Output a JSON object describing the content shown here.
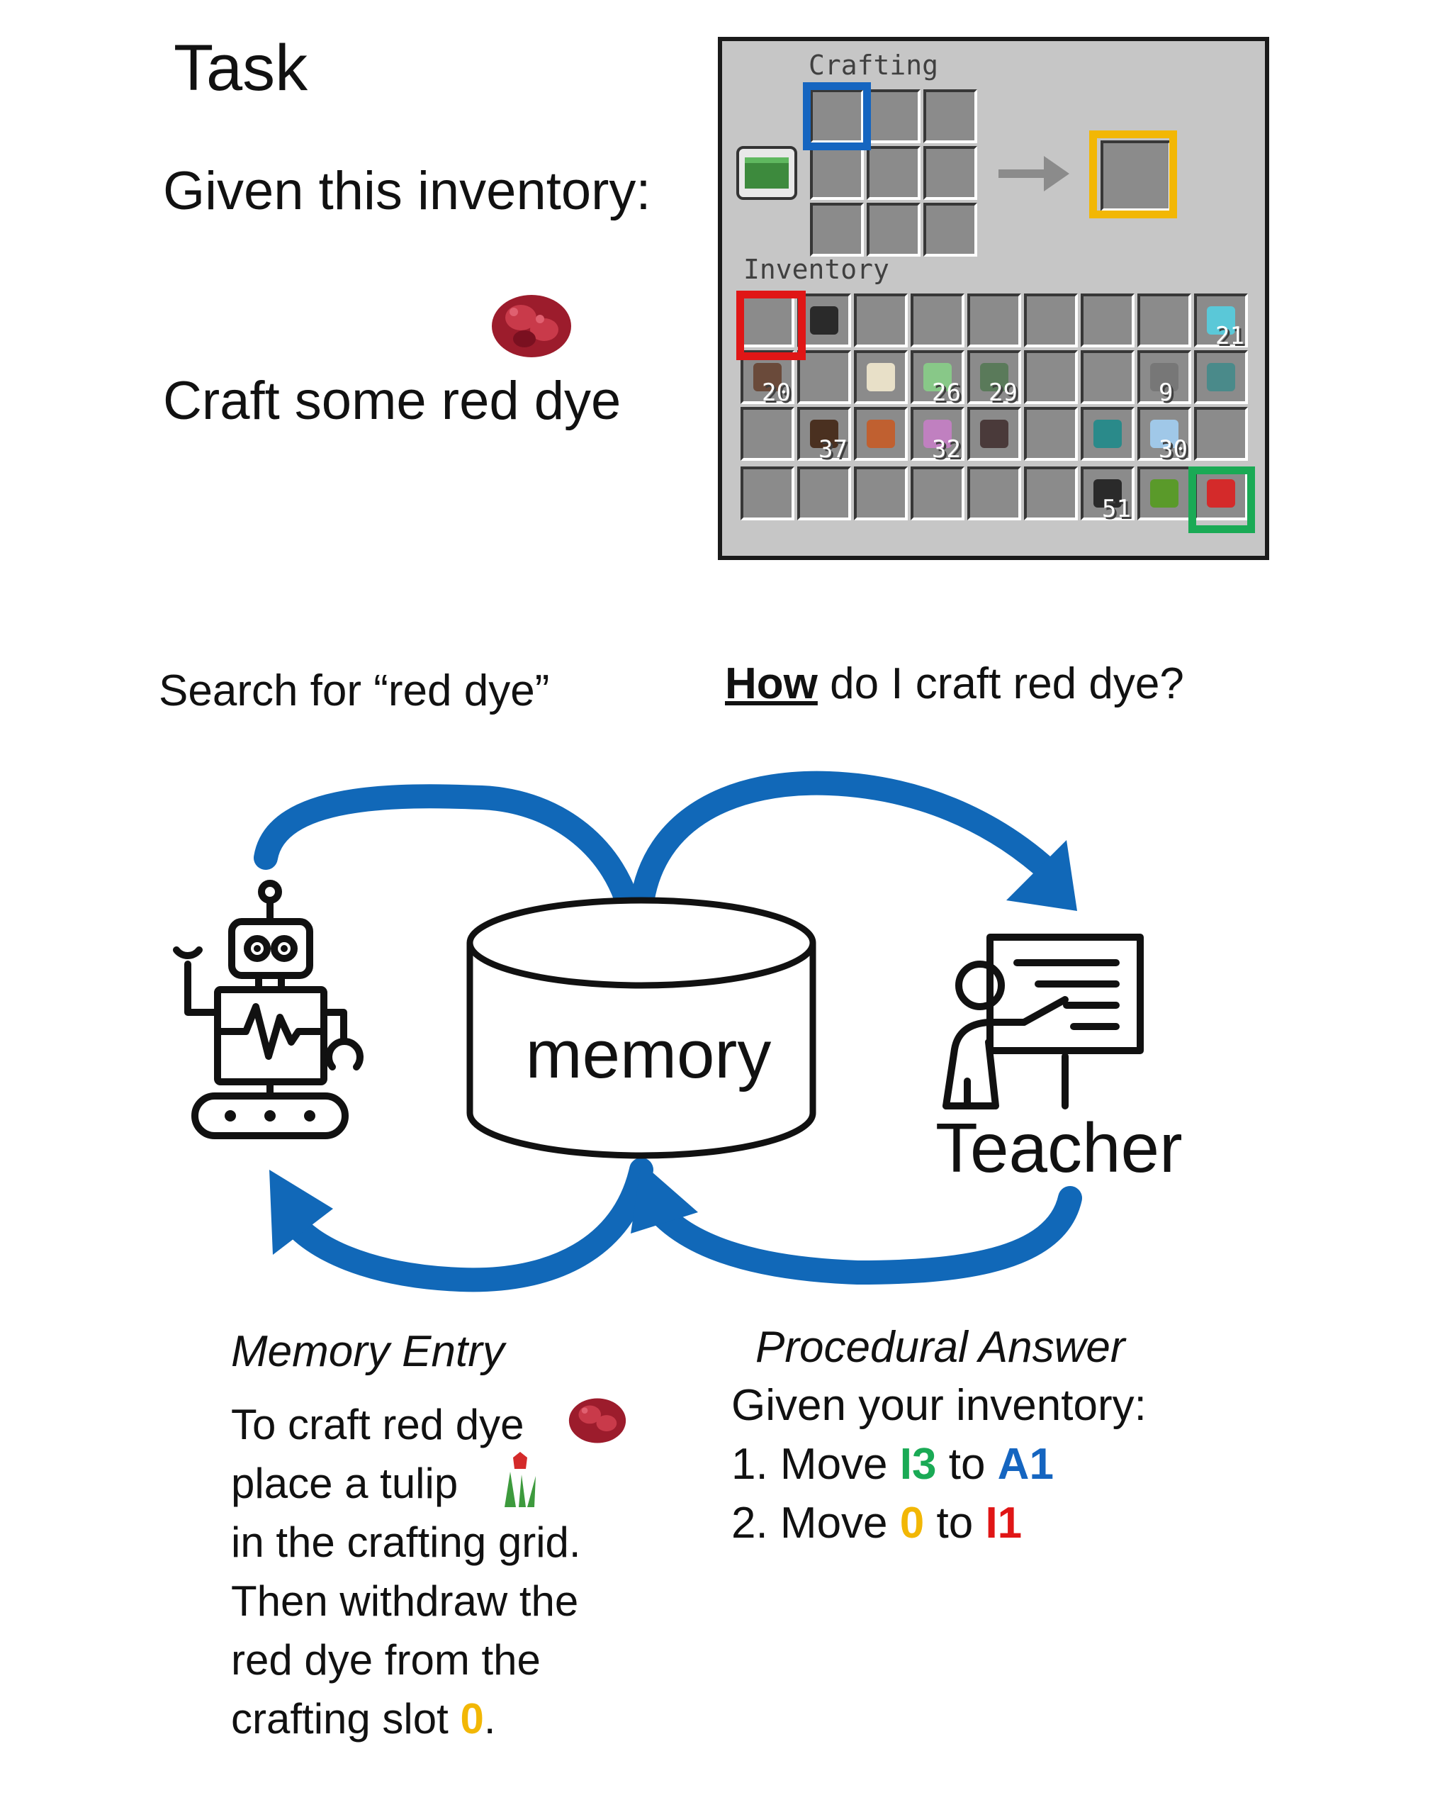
{
  "task": {
    "title": "Task",
    "given_label": "Given this inventory:",
    "request": "Craft some red dye"
  },
  "minecraft": {
    "crafting_label": "Crafting",
    "inventory_label": "Inventory",
    "counts": [
      "21",
      "20",
      "26",
      "29",
      "9",
      "37",
      "32",
      "30",
      "51"
    ],
    "highlight_colors": {
      "crafting_A1": "#1565c0",
      "output_0": "#f2b705",
      "inventory_I1": "#e01616",
      "tulip_I3": "#1aaa55"
    }
  },
  "queries": {
    "search": "Search for “red dye”",
    "how_word": "How",
    "how_rest": " do I craft red dye?"
  },
  "nodes": {
    "memory": "memory",
    "teacher": "Teacher"
  },
  "memory_entry": {
    "title": "Memory Entry",
    "line1": "To craft red dye",
    "line2": "place a tulip",
    "line3": "in the crafting grid.",
    "line4": "Then withdraw the",
    "line5": "red dye from the",
    "line6a": "crafting slot ",
    "line6b": "0",
    "line6c": "."
  },
  "procedural_answer": {
    "title": "Procedural Answer",
    "intro": "Given your inventory:",
    "step1_num": "1. Move ",
    "step1_src": "I3",
    "step1_mid": " to ",
    "step1_dst": "A1",
    "step2_num": "2. Move ",
    "step2_src": "0",
    "step2_mid": " to ",
    "step2_dst": "I1"
  }
}
